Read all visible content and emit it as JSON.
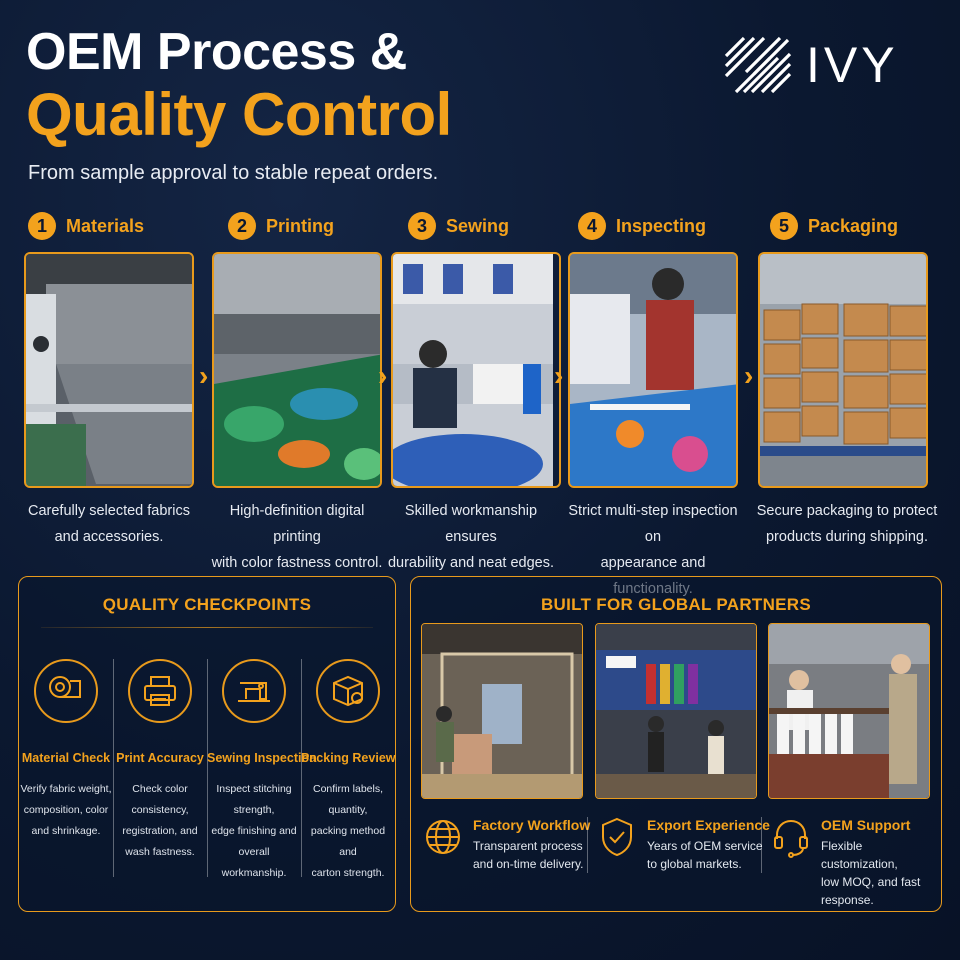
{
  "header": {
    "title_line1": "OEM Process &",
    "title_line2": "Quality Control",
    "subtitle": "From sample approval to stable repeat orders.",
    "logo_text": "IVY"
  },
  "colors": {
    "accent": "#f3a21d",
    "background": "#0b1830",
    "text": "#ffffff"
  },
  "steps": [
    {
      "num": "1",
      "label": "Materials",
      "desc_l1": "Carefully selected fabrics",
      "desc_l2": "and accessories.",
      "photo": "fabric-roll-machine-photo"
    },
    {
      "num": "2",
      "label": "Printing",
      "desc_l1": "High-definition digital printing",
      "desc_l2": "with color fastness control.",
      "photo": "digital-printer-photo"
    },
    {
      "num": "3",
      "label": "Sewing",
      "desc_l1": "Skilled workmanship ensures",
      "desc_l2": "durability and neat edges.",
      "photo": "sewing-workshop-photo"
    },
    {
      "num": "4",
      "label": "Inspecting",
      "desc_l1": "Strict multi-step inspection on",
      "desc_l2": "appearance and functionality.",
      "photo": "inspection-table-photo"
    },
    {
      "num": "5",
      "label": "Packaging",
      "desc_l1": "Secure packaging to protect",
      "desc_l2": "products during shipping.",
      "photo": "carton-warehouse-photo"
    }
  ],
  "quality": {
    "title": "QUALITY CHECKPOINTS",
    "items": [
      {
        "icon": "fabric-roll-icon",
        "title": "Material Check",
        "d1": "Verify fabric weight,",
        "d2": "composition, color",
        "d3": "and shrinkage."
      },
      {
        "icon": "printer-icon",
        "title": "Print Accuracy",
        "d1": "Check color consistency,",
        "d2": "registration, and",
        "d3": "wash fastness."
      },
      {
        "icon": "sewing-machine-icon",
        "title": "Sewing Inspection",
        "d1": "Inspect stitching strength,",
        "d2": "edge finishing and",
        "d3": "overall workmanship."
      },
      {
        "icon": "package-icon",
        "title": "Packing Review",
        "d1": "Confirm labels, quantity,",
        "d2": "packing method and",
        "d3": "carton strength."
      }
    ]
  },
  "partners": {
    "title": "BUILT FOR GLOBAL PARTNERS",
    "photos": [
      "trade-show-booth-photo",
      "exhibition-hall-photo",
      "buyers-meeting-photo"
    ],
    "features": [
      {
        "icon": "globe-icon",
        "title": "Factory Workflow",
        "d1": "Transparent process",
        "d2": "and on-time delivery."
      },
      {
        "icon": "shield-check-icon",
        "title": "Export Experience",
        "d1": "Years of OEM service",
        "d2": "to global markets."
      },
      {
        "icon": "headset-icon",
        "title": "OEM Support",
        "d1": "Flexible customization,",
        "d2": "low MOQ, and fast response."
      }
    ]
  }
}
